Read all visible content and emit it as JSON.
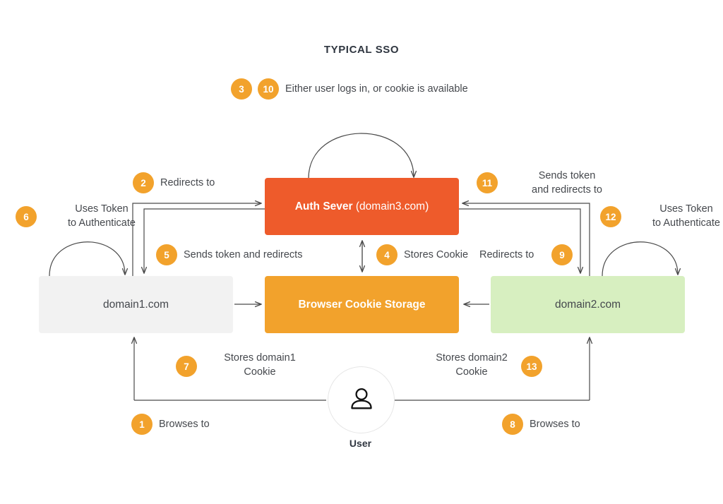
{
  "diagram": {
    "title": "TYPICAL SSO",
    "accent_orange": "#F2A22C",
    "accent_red": "#EE5B2B",
    "domain1_bg": "#F2F2F2",
    "domain2_bg": "#D7EFC0",
    "line_color": "#4a4a4a"
  },
  "nodes": {
    "auth_server": {
      "name_bold": "Auth Sever",
      "name_rest": " (domain3.com)"
    },
    "cookie_storage": {
      "label": "Browser Cookie Storage"
    },
    "domain1": {
      "label": "domain1.com"
    },
    "domain2": {
      "label": "domain2.com"
    },
    "user": {
      "label": "User",
      "icon": "user-person-icon"
    }
  },
  "steps": [
    {
      "num": "1",
      "text": "Browses to"
    },
    {
      "num": "2",
      "text": "Redirects to"
    },
    {
      "num": "3",
      "text": ""
    },
    {
      "num": "10",
      "text": "Either user logs in, or cookie is available"
    },
    {
      "num": "4",
      "text": "Stores Cookie"
    },
    {
      "num": "5",
      "text": "Sends token and redirects"
    },
    {
      "num": "6",
      "text": "Uses Token\nto Authenticate"
    },
    {
      "num": "7",
      "text": "Stores domain1\nCookie"
    },
    {
      "num": "8",
      "text": "Browses to"
    },
    {
      "num": "9",
      "text": "Redirects to"
    },
    {
      "num": "11",
      "text": "Sends token\nand redirects to"
    },
    {
      "num": "12",
      "text": "Uses Token\nto Authenticate"
    },
    {
      "num": "13",
      "text": "Stores domain2\nCookie"
    }
  ],
  "badges": {
    "b1": "1",
    "b2": "2",
    "b3": "3",
    "b4": "4",
    "b5": "5",
    "b6": "6",
    "b7": "7",
    "b8": "8",
    "b9": "9",
    "b10": "10",
    "b11": "11",
    "b12": "12",
    "b13": "13"
  },
  "labels": {
    "login_or_cookie": "Either user logs in, or cookie is available",
    "redirects_to_2": "Redirects to",
    "sends_token_and_redirects": "Sends token and redirects",
    "stores_cookie": "Stores Cookie",
    "redirects_to_9": "Redirects to",
    "sends_token_and_redirects_to": "Sends token\nand redirects to",
    "uses_token_left": "Uses Token\nto Authenticate",
    "uses_token_right": "Uses Token\nto Authenticate",
    "stores_domain1_cookie": "Stores domain1\nCookie",
    "stores_domain2_cookie": "Stores domain2\nCookie",
    "browses_to_1": "Browses to",
    "browses_to_8": "Browses to"
  }
}
